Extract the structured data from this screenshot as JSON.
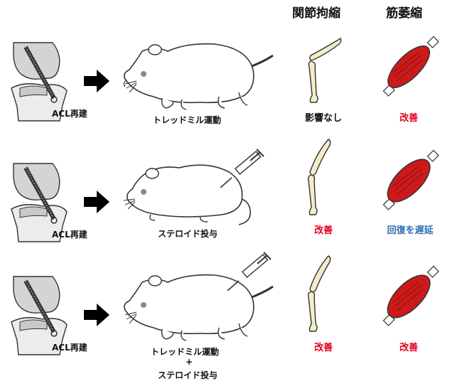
{
  "headers": {
    "contracture": "関節拘縮",
    "atrophy": "筋萎縮"
  },
  "rows": [
    {
      "knee_label": "ACL再建",
      "treatment": "トレッドミル運動",
      "treatment_plus": "",
      "treatment_second": "",
      "contracture_result": "影響なし",
      "atrophy_result": "改善"
    },
    {
      "knee_label": "ACL再建",
      "treatment": "ステロイド投与",
      "treatment_plus": "",
      "treatment_second": "",
      "contracture_result": "改善",
      "atrophy_result": "回復を遅延"
    },
    {
      "knee_label": "ACL再建",
      "treatment": "トレッドミル運動",
      "treatment_plus": "+",
      "treatment_second": "ステロイド投与",
      "contracture_result": "改善",
      "atrophy_result": "改善"
    }
  ],
  "colors": {
    "improve": "#e8001c",
    "neutral": "#111111",
    "delay": "#2f6db5",
    "muscle": "#cc1a1a",
    "bone": "#f2ecc8",
    "knee": "#d4d4d4"
  },
  "icons": [
    "knee-joint-icon",
    "arrow-right-icon",
    "rat-icon",
    "syringe-icon",
    "finger-bone-icon",
    "muscle-icon"
  ]
}
